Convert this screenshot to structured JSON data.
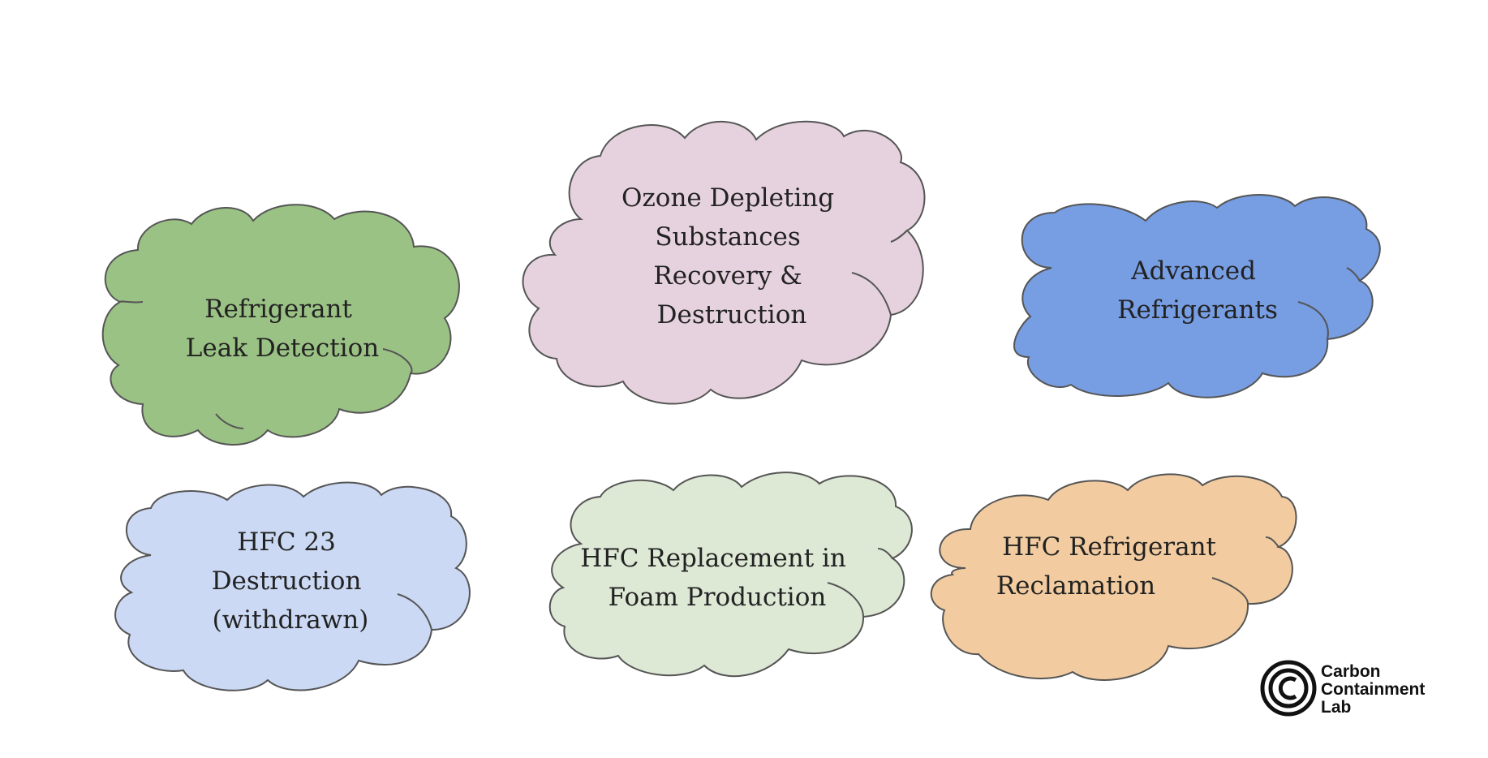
{
  "diagram": {
    "clouds": [
      {
        "id": "refrigerant-leak-detection",
        "lines": [
          "Refrigerant",
          "Leak Detection"
        ],
        "fill": "#9bc285"
      },
      {
        "id": "ozone-depleting-substances",
        "lines": [
          "Ozone Depleting",
          "Substances",
          "Recovery &",
          "Destruction"
        ],
        "fill": "#e6d2de"
      },
      {
        "id": "advanced-refrigerants",
        "lines": [
          "Advanced",
          "Refrigerants"
        ],
        "fill": "#779de2"
      },
      {
        "id": "hfc-23-destruction",
        "lines": [
          "HFC 23",
          "Destruction",
          "(withdrawn)"
        ],
        "fill": "#cbd9f4"
      },
      {
        "id": "hfc-replacement-foam",
        "lines": [
          "HFC Replacement in",
          "Foam Production"
        ],
        "fill": "#dde8d5"
      },
      {
        "id": "hfc-refrigerant-reclamation",
        "lines": [
          "HFC Refrigerant",
          "Reclamation"
        ],
        "fill": "#f2cca0"
      }
    ],
    "stroke_color": "#555555"
  },
  "logo": {
    "lines": [
      "Carbon",
      "Containment",
      "Lab"
    ],
    "icon": "c-circle-icon"
  }
}
